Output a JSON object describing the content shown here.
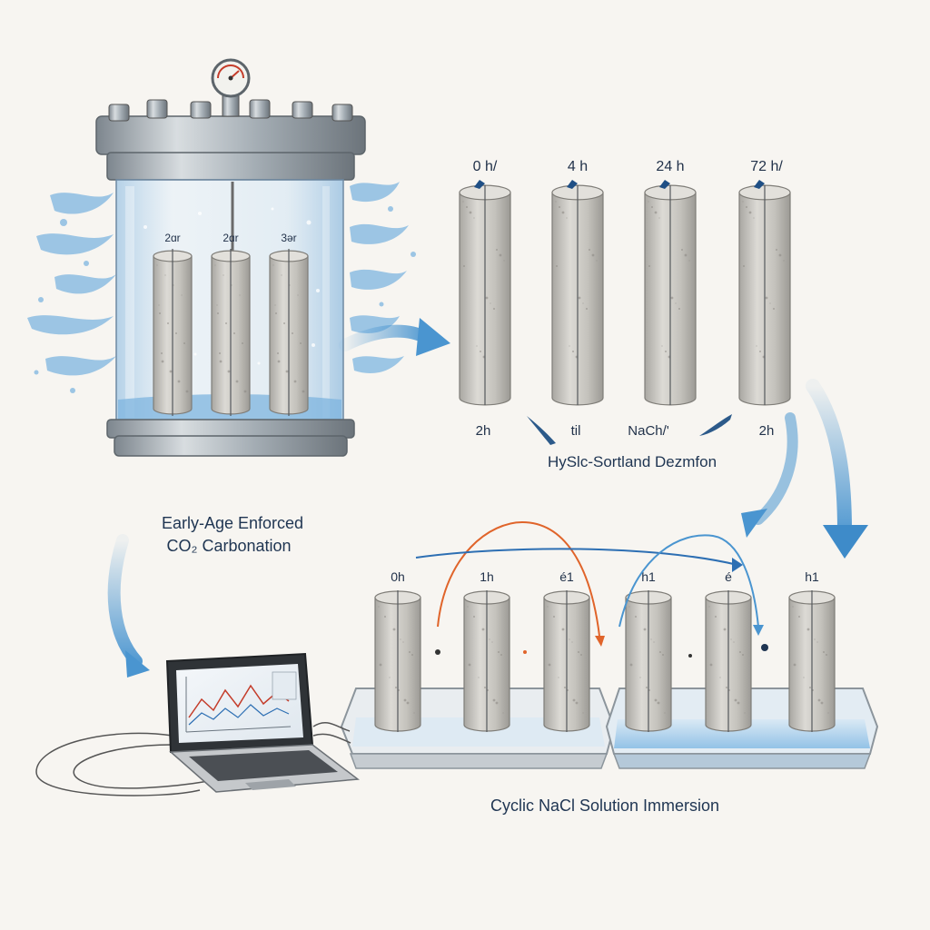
{
  "labels": {
    "chamber_cylinder_labels": [
      "2ɑr",
      "2ɑr",
      "3ər"
    ],
    "time_labels_top": [
      "0 h/",
      "4 h",
      "24 h",
      "72 h/"
    ],
    "under_labels": [
      "2h",
      "til",
      "NaCh/'",
      "2h"
    ],
    "middle_caption": "HySlc-Sortland Dezmfon",
    "carbonation_caption_line1": "Early-Age Enforced",
    "carbonation_caption_line2": "CO₂ Carbonation",
    "tray_cylinder_labels": [
      "0h",
      "1h",
      "é1",
      "h1",
      "é",
      "h1"
    ],
    "immersion_caption": "Cyclic NaCl Solution Immersion"
  },
  "colors": {
    "background": "#f7f5f1",
    "steel": "#9aa3aa",
    "concrete": "#c8c6c0",
    "water": "#8fc0e6",
    "arrow_blue": "#4a95d0",
    "arrow_orange": "#e0642a",
    "text": "#1f3552"
  },
  "icons": [
    "pressure-gauge-icon",
    "laptop-icon",
    "splash-icon"
  ]
}
